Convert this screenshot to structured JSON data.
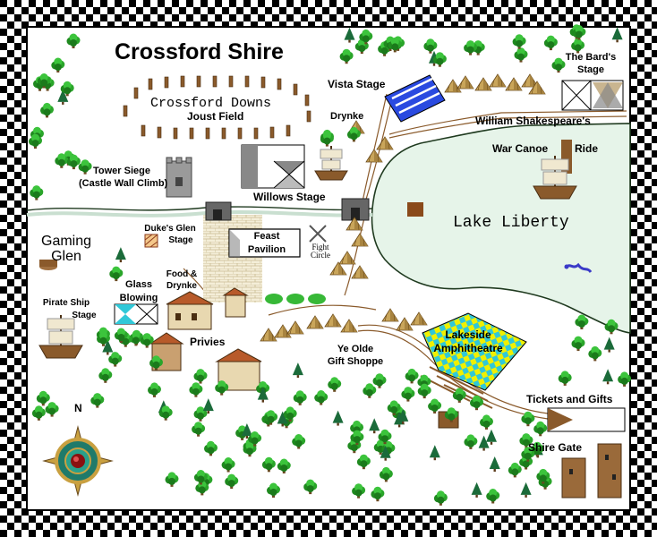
{
  "title": "Crossford Shire",
  "colors": {
    "border_dark": "#000000",
    "border_light": "#ffffff",
    "lake": "#e6f4e9",
    "lake_shore": "#1f3a1f",
    "tree_dark": "#1b7a1b",
    "tree_light": "#37b837",
    "path": "#8a5a2b",
    "tent": "#c9a55a",
    "amphitheatre_yellow": "#f0f000",
    "amphitheatre_cyan": "#30c8d8"
  },
  "labels": {
    "crossford_downs": "Crossford Downs",
    "joust_field": "Joust Field",
    "vista_stage": "Vista Stage",
    "drynke": "Drynke",
    "bards_stage_line1": "The Bard's",
    "bards_stage_line2": "Stage",
    "william_shakespeares": "William Shakespeare's",
    "war_canoe_ride_left": "War Canoe",
    "war_canoe_ride_right": "Ride",
    "tower_siege_line1": "Tower Siege",
    "tower_siege_line2": "(Castle Wall Climb)",
    "willows_stage": "Willows Stage",
    "lake_liberty": "Lake Liberty",
    "gaming_glen_line1": "Gaming",
    "gaming_glen_line2": "Glen",
    "dukes_glen_line1": "Duke's Glen",
    "dukes_glen_line2": "Stage",
    "feast_pavilion_line1": "Feast",
    "feast_pavilion_line2": "Pavilion",
    "fight_circle_line1": "Fight",
    "fight_circle_line2": "Circle",
    "food_drynke_line1": "Food &",
    "food_drynke_line2": "Drynke",
    "glass_blowing_line1": "Glass",
    "glass_blowing_line2": "Blowing",
    "pirate_ship_line1": "Pirate Ship",
    "pirate_ship_line2": "Stage",
    "privies": "Privies",
    "gift_shoppe_line1": "Ye Olde",
    "gift_shoppe_line2": "Gift Shoppe",
    "lakeside_line1": "Lakeside",
    "lakeside_line2": "Amphitheatre",
    "tickets_gifts": "Tickets and Gifts",
    "shire_gate": "Shire Gate",
    "compass_north": "N"
  },
  "icons": [
    "compass-rose-icon",
    "tree-icon",
    "tent-icon",
    "ship-icon",
    "tower-icon",
    "stage-icon",
    "bridge-gate-icon",
    "sea-serpent-icon",
    "crossed-swords-icon"
  ]
}
